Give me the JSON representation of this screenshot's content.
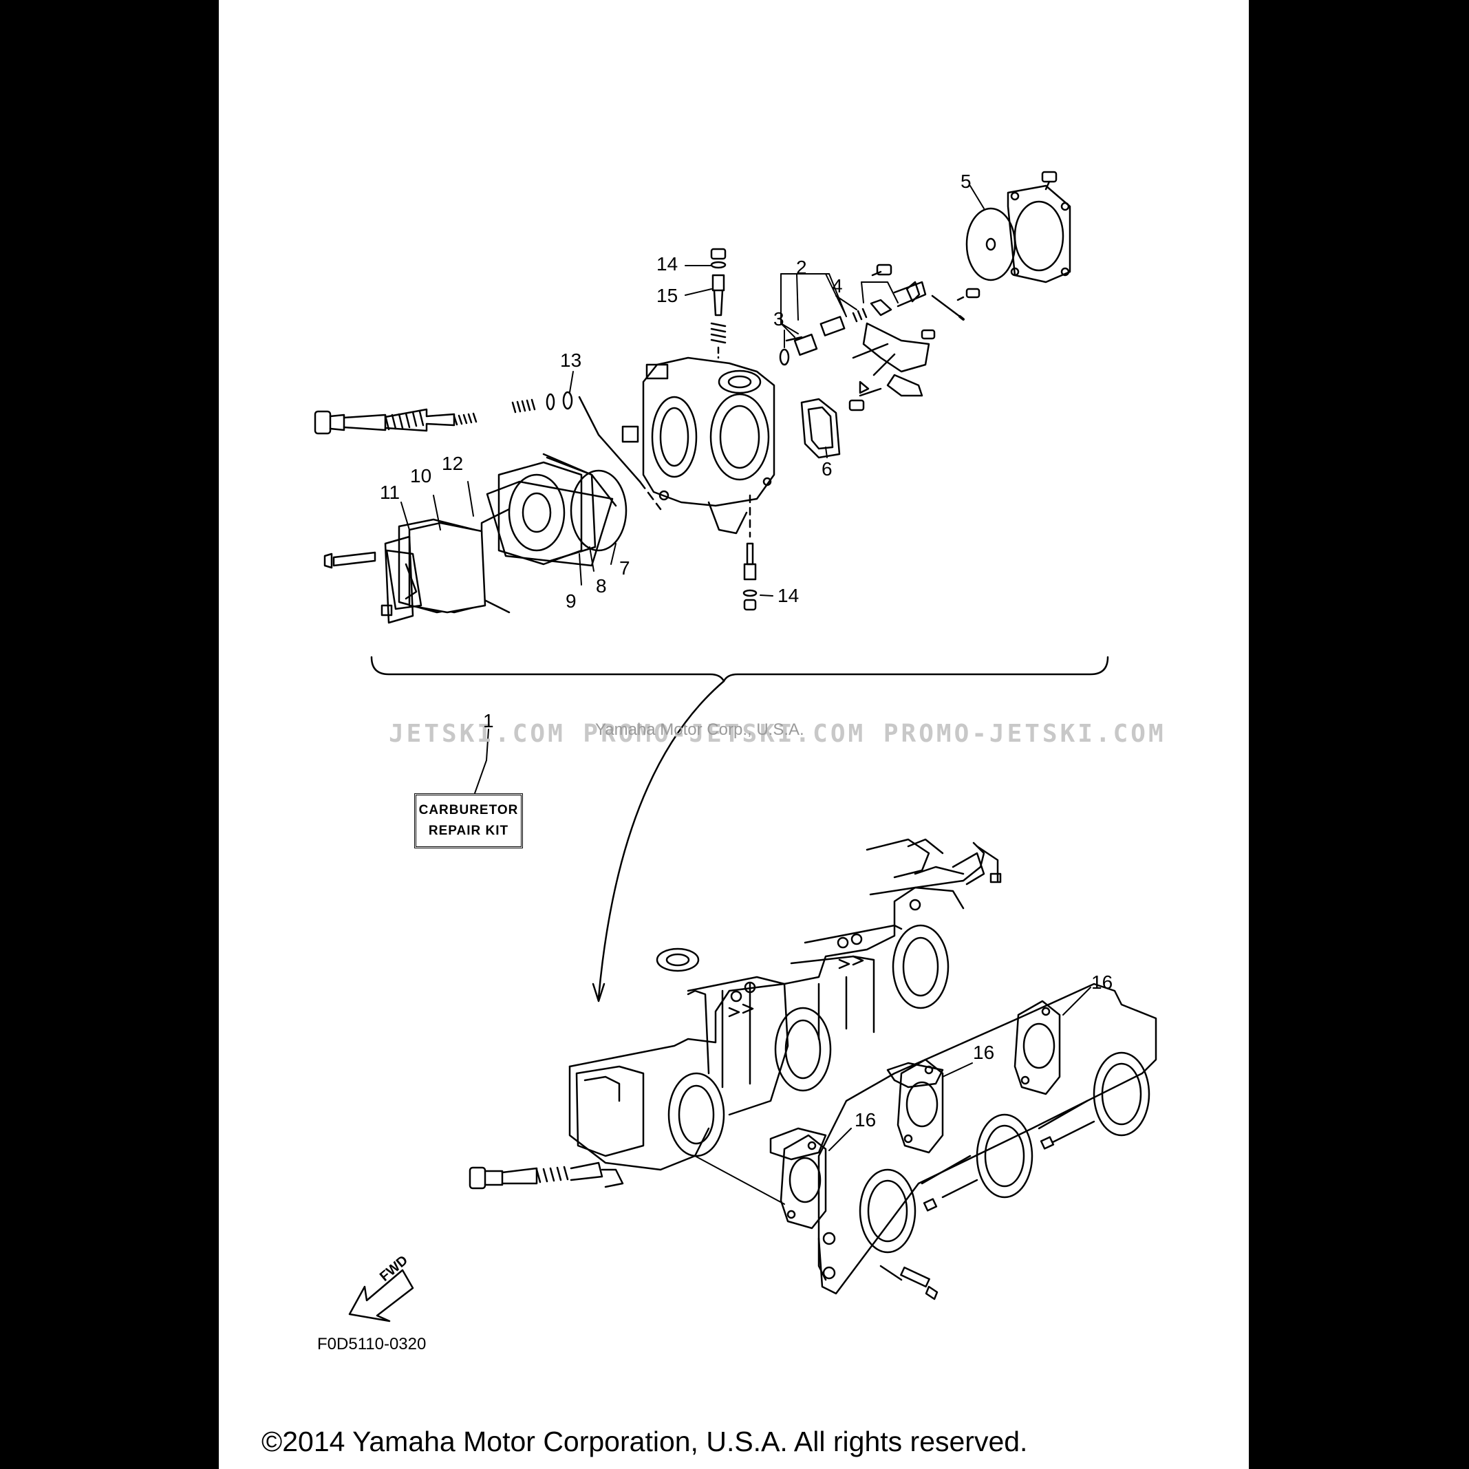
{
  "diagram": {
    "callouts": [
      {
        "id": "c1",
        "text": "1"
      },
      {
        "id": "c2",
        "text": "2"
      },
      {
        "id": "c3",
        "text": "3"
      },
      {
        "id": "c4",
        "text": "4"
      },
      {
        "id": "c5",
        "text": "5"
      },
      {
        "id": "c6",
        "text": "6"
      },
      {
        "id": "c7",
        "text": "7"
      },
      {
        "id": "c8",
        "text": "8"
      },
      {
        "id": "c9",
        "text": "9"
      },
      {
        "id": "c10",
        "text": "10"
      },
      {
        "id": "c11",
        "text": "11"
      },
      {
        "id": "c12",
        "text": "12"
      },
      {
        "id": "c13",
        "text": "13"
      },
      {
        "id": "c14a",
        "text": "14"
      },
      {
        "id": "c14b",
        "text": "14"
      },
      {
        "id": "c15",
        "text": "15"
      },
      {
        "id": "c16a",
        "text": "16"
      },
      {
        "id": "c16b",
        "text": "16"
      },
      {
        "id": "c16c",
        "text": "16"
      }
    ],
    "kit_box": {
      "line1": "CARBURETOR",
      "line2": "REPAIR KIT"
    },
    "fwd_label": "FWD",
    "figure_code": "F0D5110-0320",
    "watermark": "JETSKI.COM   PROMO-JETSKI.COM   PROMO-JETSKI.COM",
    "watermark_credit": "Yamaha Motor Corp., U.S.A.",
    "copyright": "©2014 Yamaha Motor Corporation, U.S.A. All rights reserved."
  }
}
